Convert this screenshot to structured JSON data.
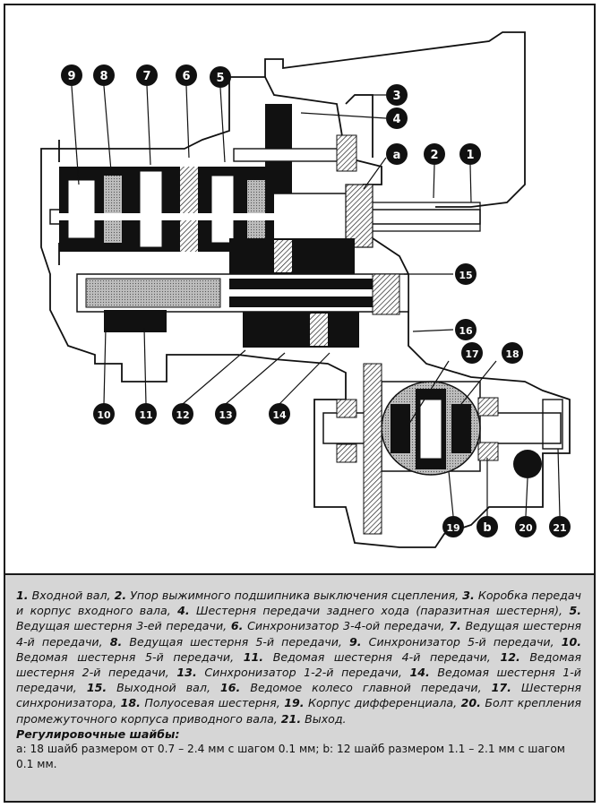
{
  "callouts": [
    {
      "id": "1"
    },
    {
      "id": "2"
    },
    {
      "id": "3"
    },
    {
      "id": "4"
    },
    {
      "id": "5"
    },
    {
      "id": "6"
    },
    {
      "id": "7"
    },
    {
      "id": "8"
    },
    {
      "id": "9"
    },
    {
      "id": "10"
    },
    {
      "id": "11"
    },
    {
      "id": "12"
    },
    {
      "id": "13"
    },
    {
      "id": "14"
    },
    {
      "id": "15"
    },
    {
      "id": "16"
    },
    {
      "id": "17"
    },
    {
      "id": "18"
    },
    {
      "id": "19"
    },
    {
      "id": "20"
    },
    {
      "id": "21"
    },
    {
      "id": "a"
    },
    {
      "id": "b"
    }
  ],
  "legend": [
    {
      "num": "1.",
      "text": " Входной вал, "
    },
    {
      "num": "2.",
      "text": " Упор выжимного подшипника выключения сцепления, "
    },
    {
      "num": "3.",
      "text": " Коробка передач и корпус входного вала, "
    },
    {
      "num": "4.",
      "text": " Шестерня передачи заднего хода (паразитная шестерня), "
    },
    {
      "num": "5.",
      "text": " Ведущая шестерня 3-ей передачи, "
    },
    {
      "num": "6.",
      "text": " Синхронизатор 3-4-ой передачи, "
    },
    {
      "num": "7.",
      "text": " Ведущая шестерня 4-й передачи, "
    },
    {
      "num": "8.",
      "text": " Ведущая шестерня 5-й передачи, "
    },
    {
      "num": "9.",
      "text": " Синхронизатор 5-й передачи, "
    },
    {
      "num": "10.",
      "text": " Ведомая шестерня 5-й передачи, "
    },
    {
      "num": "11.",
      "text": " Ведомая шестерня 4-й передачи, "
    },
    {
      "num": "12.",
      "text": " Ведомая шестерня 2-й передачи, "
    },
    {
      "num": "13.",
      "text": " Синхронизатор 1-2-й передачи, "
    },
    {
      "num": "14.",
      "text": " Ведомая шестерня 1-й передачи, "
    },
    {
      "num": "15.",
      "text": " Выходной вал, "
    },
    {
      "num": "16.",
      "text": " Ведомое колесо главной передачи, "
    },
    {
      "num": "17.",
      "text": " Шестерня синхронизатора, "
    },
    {
      "num": "18.",
      "text": " Полуосевая шестерня, "
    },
    {
      "num": "19.",
      "text": " Корпус дифференциала, "
    },
    {
      "num": "20.",
      "text": " Болт крепления промежуточного корпуса приводного вала, "
    },
    {
      "num": "21.",
      "text": " Выход."
    }
  ],
  "washers_title": "Регулировочные шайбы:",
  "washers_text": "a: 18 шайб размером от 0.7 – 2.4 мм с шагом 0.1 мм; b: 12 шайб размером 1.1 – 2.1 мм с шагом 0.1 мм."
}
